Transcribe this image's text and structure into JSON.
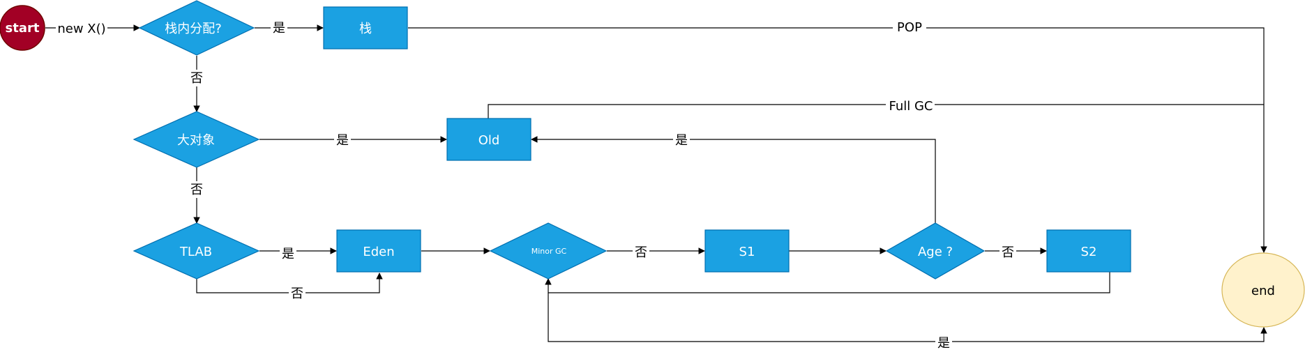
{
  "colors": {
    "process_fill": "#1ba1e2",
    "process_stroke": "#006eaf",
    "start_fill": "#a20025",
    "start_stroke": "#6f0000",
    "end_fill": "#fff2cc",
    "end_stroke": "#d6b656",
    "edge": "#000000"
  },
  "nodes": {
    "start": "start",
    "stack_check": "栈内分配?",
    "stack": "栈",
    "large_object": "大对象",
    "old": "Old",
    "tlab": "TLAB",
    "eden": "Eden",
    "minor_gc": "Minor GC",
    "s1": "S1",
    "age": "Age ?",
    "s2": "S2",
    "end": "end"
  },
  "edges": {
    "start_to_stack_check": "new X()",
    "stack_check_yes": "是",
    "stack_check_no": "否",
    "stack_pop": "POP",
    "old_full_gc": "Full GC",
    "large_object_yes": "是",
    "large_object_no": "否",
    "age_yes": "是",
    "tlab_yes": "是",
    "tlab_no": "否",
    "minor_gc_no": "否",
    "age_no": "否",
    "minor_gc_yes": "是"
  }
}
